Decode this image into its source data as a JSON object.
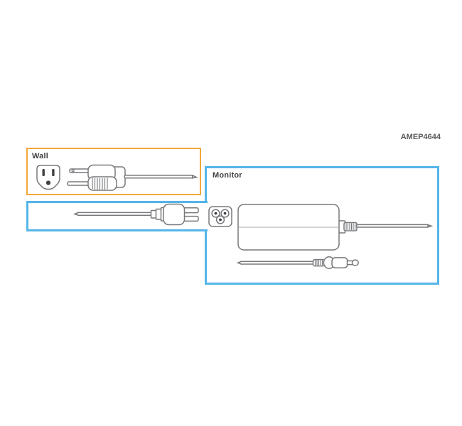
{
  "diagram": {
    "code_label": "AMEP4644",
    "wall_group": {
      "label": "Wall",
      "border_color": "#F2A83C",
      "icons": [
        "power-outlet-icon",
        "wall-plug-icon",
        "wall-plug-cable"
      ]
    },
    "power_cord_group": {
      "border_color": "#54B5E8",
      "icons": [
        "power-cord-cable",
        "c5-plug-icon"
      ]
    },
    "monitor_group": {
      "label": "Monitor",
      "border_color": "#54B5E8",
      "icons": [
        "c5-inlet-icon",
        "power-adapter-icon",
        "adapter-dc-cable",
        "dc-power-cable-icon"
      ]
    },
    "colors": {
      "line_art": "#77787B",
      "label_text": "#414042",
      "code_text": "#58595B",
      "background": "#FFFFFF"
    }
  }
}
